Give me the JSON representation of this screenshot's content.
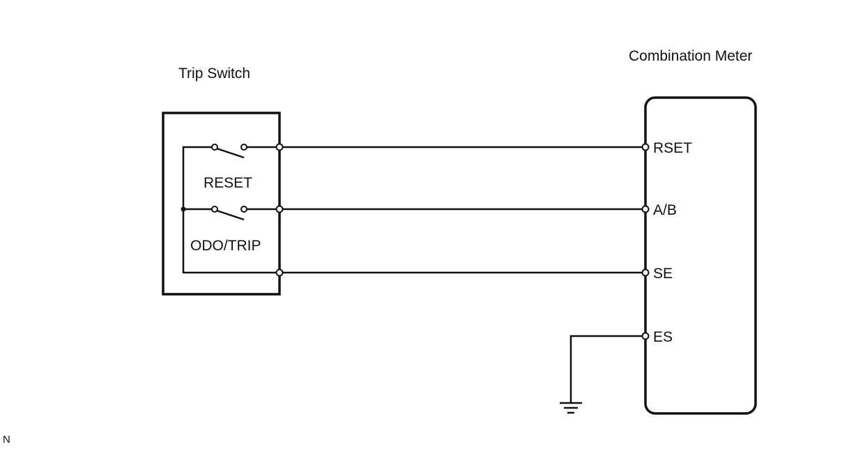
{
  "trip_switch": {
    "title": "Trip Switch",
    "switches": [
      {
        "label": "RESET"
      },
      {
        "label": "ODO/TRIP"
      }
    ]
  },
  "combination_meter": {
    "title": "Combination Meter",
    "terminals": [
      "RSET",
      "A/B",
      "SE",
      "ES"
    ]
  },
  "corner_mark": "N"
}
